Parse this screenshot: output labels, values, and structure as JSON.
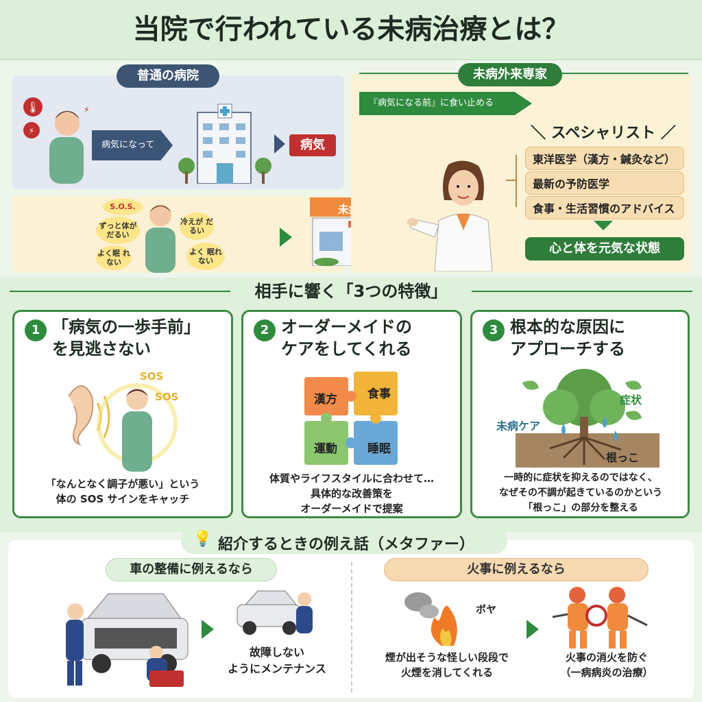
{
  "title": "当院で行われている未病治療とは？",
  "normal": {
    "label": "普通の病院",
    "arrow_text": "病気になってから",
    "result": "病気"
  },
  "symptoms": {
    "sos": "S.O.S.",
    "b1": "ずっと体が だるい",
    "b2": "よく眠 れない",
    "b3": "冷えが だるい",
    "b4": "よく 眠れない"
  },
  "clinic_sign": "未病外来",
  "specialist": {
    "label": "未病外来専家",
    "arrow_text": "『病気になる前』に食い止める",
    "heading": "スペシャリスト",
    "items": [
      "東洋医学（漢方・鍼灸など）",
      "最新の予防医学",
      "食事・生活習慣のアドバイス"
    ],
    "result": "心と体を元気な状態"
  },
  "features": {
    "heading": "相手に響く「3つの特徴」",
    "cards": [
      {
        "num": "1",
        "title1": "「病気の一歩手前」",
        "title2": "を見逃さない",
        "sos1": "SOS",
        "sos2": "SOS",
        "desc1": "「なんとなく調子が悪い」という",
        "desc2": "体の SOS サインをキャッチ"
      },
      {
        "num": "2",
        "title1": "オーダーメイドの",
        "title2": "ケアをしてくれる",
        "p1": "漢方",
        "p2": "食事",
        "p3": "運動",
        "p4": "睡眠",
        "desc1": "体質やライフスタイルに合わせて…",
        "desc2": "具体的な改善策を",
        "desc3": "オーダーメイドで提案"
      },
      {
        "num": "3",
        "title1": "根本的な原因に",
        "title2": "アプローチする",
        "l1": "症状",
        "l2": "未病ケア",
        "l3": "根っこ",
        "desc1": "一時的に症状を抑えるのではなく、",
        "desc2": "なぜその不調が起きているのかという",
        "desc3": "「根っこ」の部分を整える"
      }
    ]
  },
  "metaphor": {
    "heading": "紹介するときの例え話（メタファー）",
    "car": {
      "label": "車の整備に例えるなら",
      "cap1": "故障しない",
      "cap2": "ようにメンテナンス"
    },
    "fire": {
      "label": "火事に例えるなら",
      "boya": "ボヤ",
      "cap1a": "煙が出そうな怪しい段段で",
      "cap1b": "火煙を消してくれる",
      "cap2a": "火事の消火を防ぐ",
      "cap2b": "（一病病炎の治療）"
    }
  },
  "colors": {
    "green": "#2e8b3e",
    "navy": "#3e5473",
    "red": "#c0302e",
    "orange": "#f6d9b1"
  }
}
